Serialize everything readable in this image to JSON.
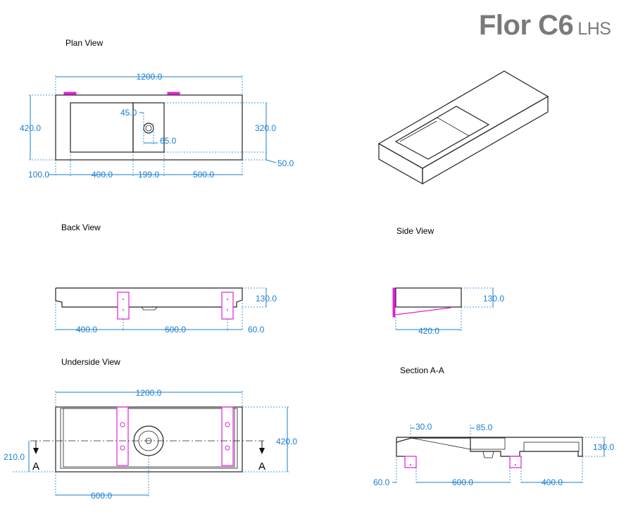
{
  "title": {
    "model": "Flor C6",
    "hand": "LHS"
  },
  "views": {
    "plan": "Plan View",
    "back": "Back View",
    "side": "Side View",
    "underside": "Underside View",
    "section": "Section A-A"
  },
  "section_marker": "A",
  "colors": {
    "dimension": "#1a7fd0",
    "bracket": "#e020d8",
    "outline": "#222222",
    "title": "#7a7a7a"
  },
  "dims": {
    "plan": {
      "width": "1200.0",
      "depth": "420.0",
      "bowl_depth": "320.0",
      "back_gap": "50.0",
      "left": "100.0",
      "bowl": "400.0",
      "tap": "199.0",
      "right": "500.0",
      "waste_offset": "45.0",
      "waste_dia": "65.0"
    },
    "back": {
      "height": "130.0",
      "left": "400.0",
      "between": "600.0",
      "right": "60.0"
    },
    "side": {
      "height": "130.0",
      "depth": "420.0"
    },
    "underside": {
      "width": "1200.0",
      "depth": "420.0",
      "centre": "210.0",
      "waste": "600.0"
    },
    "section": {
      "slope": "30.0",
      "waste": "85.0",
      "height": "130.0",
      "left": "60.0",
      "between": "600.0",
      "right": "400.0"
    }
  }
}
